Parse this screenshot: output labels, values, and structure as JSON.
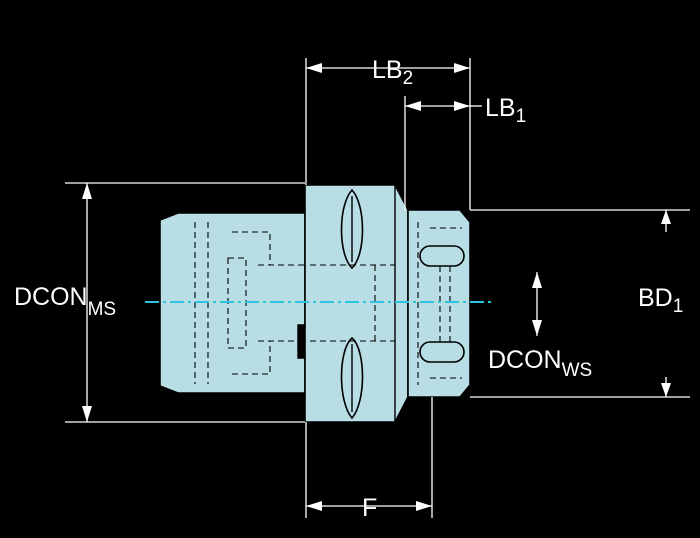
{
  "labels": {
    "lb2": {
      "main": "LB",
      "sub": "2"
    },
    "lb1": {
      "main": "LB",
      "sub": "1"
    },
    "dcon_ms": {
      "main": "DCON",
      "sub": "MS"
    },
    "dcon_ws": {
      "main": "DCON",
      "sub": "WS"
    },
    "bd1": {
      "main": "BD",
      "sub": "1"
    },
    "f": {
      "main": "F"
    }
  },
  "colors": {
    "background": "#000000",
    "body": "#b8dde5",
    "centerline": "#2ec4e0",
    "dimension": "#ffffff"
  }
}
